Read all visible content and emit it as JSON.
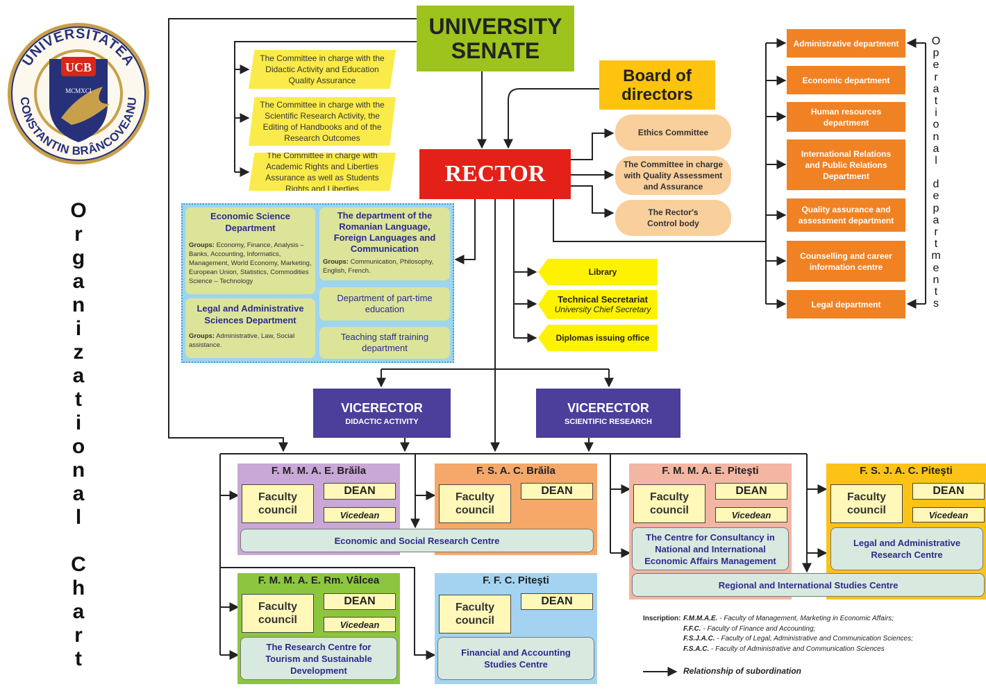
{
  "logo": {
    "top_text": "UNIVERSITATEA",
    "bottom_text": "CONSTANTIN BRÂNCOVEANU",
    "initials": "UCB",
    "year": "MCMXCI",
    "colors": {
      "ring": "#c8a04a",
      "shield": "#27317a",
      "accent": "#d8261c"
    }
  },
  "side_title": "Organizational Chart",
  "right_title": "Operational departments",
  "senate": {
    "line1": "UNIVERSITY",
    "line2": "SENATE"
  },
  "board": {
    "line1": "Board of",
    "line2": "directors"
  },
  "rector": "RECTOR",
  "committees": [
    "The Committee in charge with the Didactic Activity and Education Quality Assurance",
    "The Committee in charge with the Scientific Research Activity, the Editing of Handbooks and of the Research Outcomes",
    "The Committee in charge with Academic Rights and Liberties Assurance as well as Students Rights and Liberties"
  ],
  "rector_committees": [
    "Ethics Committee",
    "The Committee in charge with Quality Assessment and Assurance",
    "The Rector's Control body"
  ],
  "operational": [
    "Administrative department",
    "Economic department",
    "Human resources department",
    "International Relations and Public Relations Department",
    "Quality assurance and assessment department",
    "Counselling and career information centre",
    "Legal department"
  ],
  "offices": {
    "library": "Library",
    "tech_title": "Technical Secretariat",
    "tech_sub": "University Chief Secretary",
    "diplomas": "Diplomas issuing office"
  },
  "departments": {
    "economic": {
      "title": "Economic Science Department",
      "groups_label": "Groups:",
      "groups": " Economy, Finance, Analysis – Banks, Accounting, Informatics, Management, World Economy, Marketing, European Union, Statistics, Commodities Science – Technology"
    },
    "romanian": {
      "title": "The department of the Romanian Language, Foreign Languages and Communication",
      "groups_label": "Groups:",
      "groups": " Communication, Philosophy, English, French."
    },
    "legal": {
      "title": "Legal and Administrative Sciences Department",
      "groups_label": "Groups:",
      "groups": " Administrative, Law, Social assistance."
    },
    "parttime": "Department of part-time education",
    "teaching": "Teaching staff training department"
  },
  "vicerectors": [
    {
      "title": "VICERECTOR",
      "sub": "DIDACTIC ACTIVITY"
    },
    {
      "title": "VICERECTOR",
      "sub": "SCIENTIFIC RESEARCH"
    }
  ],
  "labels": {
    "faculty_council": "Faculty council",
    "dean": "DEAN",
    "vicedean": "Vicedean"
  },
  "faculties": {
    "fmmae_braila": "F. M. M. A. E. Brăila",
    "fsac_braila": "F. S. A. C. Brăila",
    "fmmae_pitesti": "F. M. M. A. E. Piteşti",
    "fsjac_pitesti": "F. S. J. A. C. Piteşti",
    "fmmae_valcea": "F. M. M. A. E. Rm. Vâlcea",
    "ffc_pitesti": "F. F. C. Piteşti"
  },
  "centres": {
    "economic_social": "Economic and Social Research Centre",
    "consultancy": "The Centre for Consultancy in National and International Economic Affairs Management",
    "legal_admin": "Legal and Administrative Research Centre",
    "regional": "Regional and International Studies Centre",
    "tourism": "The Research Centre for Tourism and Sustainable Development",
    "financial": "Financial and Accounting Studies Centre"
  },
  "inscription": {
    "label": "Inscription:",
    "lines": [
      {
        "abbr": "F.M.M.A.E.",
        "text": " - Faculty of Management, Marketing in Economic Affairs;"
      },
      {
        "abbr": "F.F.C.",
        "text": " - Faculty of Finance and Accounting;"
      },
      {
        "abbr": "F.S.J.A.C.",
        "text": " - Faculty of Legal, Administrative and Communication Sciences;"
      },
      {
        "abbr": "F.S.A.C.",
        "text": " - Faculty of Administrative and Communication Sciences"
      }
    ],
    "legend": "Relationship of subordination"
  },
  "colors": {
    "senate": "#9dc31c",
    "board": "#fdc30e",
    "rector": "#e32119",
    "committee": "#fbeb4a",
    "peach": "#f9cf9c",
    "operational": "#f08224",
    "vicerector": "#4b3f9b",
    "fac_purple": "#c9a7d6",
    "fac_orange": "#f5a869",
    "fac_salmon": "#f3b6a3",
    "fac_yellow": "#fcc316",
    "fac_green": "#8cc63f",
    "fac_blue": "#a4d3f1"
  }
}
